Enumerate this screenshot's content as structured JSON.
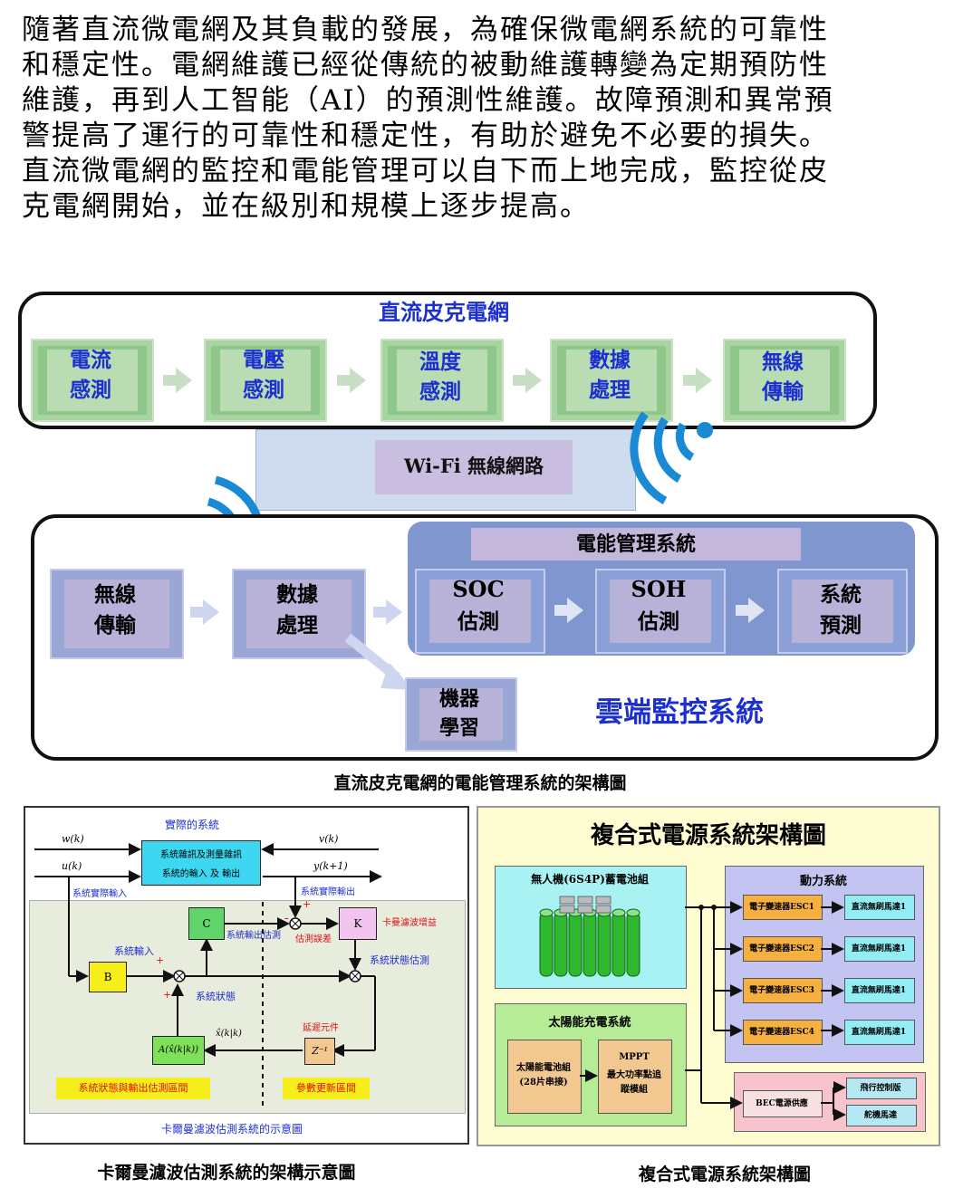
{
  "paragraph": [
    "隨著直流微電網及其負載的發展，為確保微電網系統的可靠性",
    "和穩定性。電網維護已經從傳統的被動維護轉變為定期預防性",
    "維護，再到人工智能（AI）的預測性維護。故障預測和異常預",
    "警提高了運行的可靠性和穩定性，有助於避免不必要的損失。",
    "直流微電網的監控和電能管理可以自下而上地完成，監控從皮",
    "克電網開始，並在級別和規模上逐步提高。"
  ],
  "top_diagram": {
    "pico_title": "直流皮克電網",
    "pico_boxes": [
      [
        "電流",
        "感測"
      ],
      [
        "電壓",
        "感測"
      ],
      [
        "溫度",
        "感測"
      ],
      [
        "數據",
        "處理"
      ],
      [
        "無線",
        "傳輸"
      ]
    ],
    "wifi_label": "Wi-Fi 無線網路",
    "cloud_boxes": [
      [
        "無線",
        "傳輸"
      ],
      [
        "數據",
        "處理"
      ]
    ],
    "ems_title": "電能管理系統",
    "ems_boxes": [
      [
        "SOC",
        "估測"
      ],
      [
        "SOH",
        "估測"
      ],
      [
        "系統",
        "預測"
      ]
    ],
    "ml_box": [
      "機器",
      "學習"
    ],
    "cloud_title": "雲端監控系統",
    "caption": "直流皮克電網的電能管理系統的架構圖"
  },
  "kalman": {
    "top_title": "實際的系統",
    "w": "w(k)",
    "v": "v(k)",
    "u": "u(k)",
    "y": "y(k+1)",
    "sys_box_line1": "系統雜訊及測量雜訊",
    "sys_box_line2": "系統的輸入 及 輸出",
    "actual_input": "系統實際輸入",
    "actual_output": "系統實際輸出",
    "C": "C",
    "K": "K",
    "B": "B",
    "output_est": "系統輸出估測",
    "est_error": "估測誤差",
    "gain": "卡曼濾波增益",
    "sys_input": "系統輸入",
    "state_est": "系統狀態估測",
    "state": "系統狀態",
    "xhat": "x̂(k|k)",
    "A": "A(x̂(k|k))",
    "delay": "延遲元件",
    "zinv": "Z⁻¹",
    "zone1": "系統狀態與輸出估測區間",
    "zone2": "參數更新區間",
    "bottom_title": "卡爾曼濾波估測系統的示意圖",
    "plus": "+",
    "minus": "-",
    "caption": "卡爾曼濾波估測系統的架構示意圖"
  },
  "power": {
    "title": "複合式電源系統架構圖",
    "battery_title": "無人機(6S4P)蓄電池組",
    "drive_title": "動力系統",
    "esc": [
      "電子變速器ESC1",
      "電子變速器ESC2",
      "電子變速器ESC3",
      "電子變速器ESC4"
    ],
    "motor": "直流無刷馬達1",
    "solar_title": "太陽能充電系統",
    "solar_cells": [
      "太陽能電池組",
      "(28片串接)"
    ],
    "mppt": [
      "MPPT",
      "最大功率點追",
      "蹤模組"
    ],
    "bec": "BEC電源供應",
    "fc": "飛行控制版",
    "servo": "舵機馬達",
    "caption": "複合式電源系統架構圖"
  }
}
